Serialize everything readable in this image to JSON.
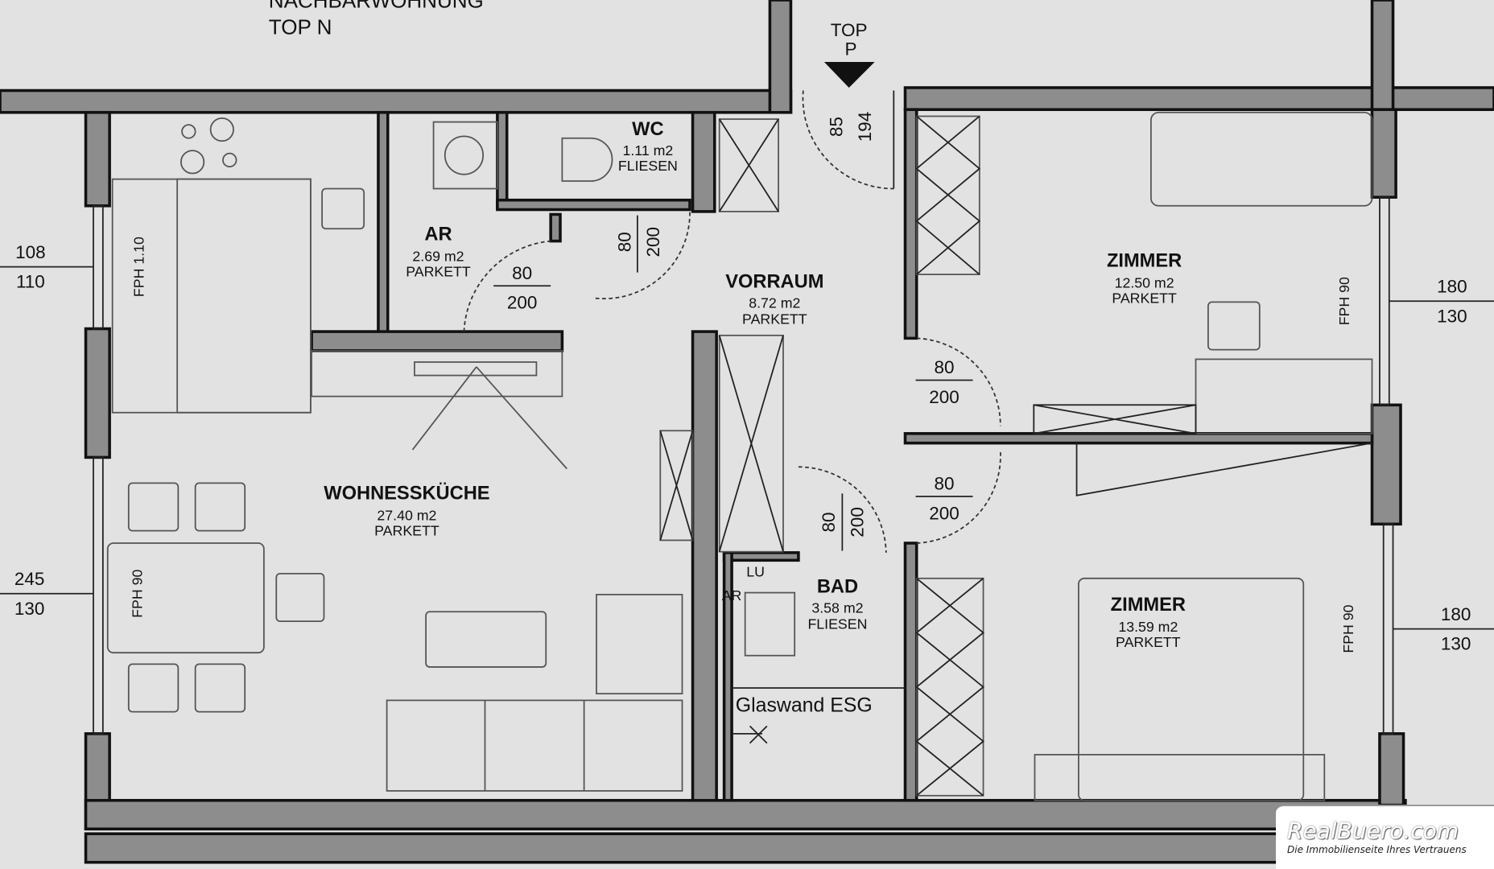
{
  "neighbour": {
    "label": "NACHBARWOHNUNG",
    "top": "TOP N"
  },
  "entrance": {
    "top_label": "TOP",
    "top_letter": "P",
    "door_width": "85",
    "door_height": "194"
  },
  "rooms": [
    {
      "name": "WOHNESSKÜCHE",
      "area": "27.40 m2",
      "floor": "PARKETT"
    },
    {
      "name": "AR",
      "area": "2.69 m2",
      "floor": "PARKETT"
    },
    {
      "name": "WC",
      "area": "1.11 m2",
      "floor": "FLIESEN"
    },
    {
      "name": "VORRAUM",
      "area": "8.72 m2",
      "floor": "PARKETT"
    },
    {
      "name": "ZIMMER",
      "area": "12.50 m2",
      "floor": "PARKETT"
    },
    {
      "name": "ZIMMER",
      "area": "13.59 m2",
      "floor": "PARKETT"
    },
    {
      "name": "BAD",
      "area": "3.58 m2",
      "floor": "FLIESEN"
    }
  ],
  "doors": [
    {
      "width": "80",
      "height": "200"
    },
    {
      "width": "80",
      "height": "200"
    },
    {
      "width": "80",
      "height": "200"
    },
    {
      "width": "80",
      "height": "200"
    },
    {
      "width": "80",
      "height": "200"
    }
  ],
  "windows": [
    {
      "top": "108",
      "bottom": "110",
      "fph": "FPH 1.10"
    },
    {
      "top": "245",
      "bottom": "130",
      "fph": "FPH 90"
    },
    {
      "top": "180",
      "bottom": "130",
      "fph": "FPH 90"
    },
    {
      "top": "180",
      "bottom": "130",
      "fph": "FPH 90"
    }
  ],
  "bath": {
    "lu": "LU",
    "ar": "AR",
    "glass": "Glaswand ESG"
  },
  "watermark": {
    "brand": "RealBuero.com",
    "tagline": "Die Immobilienseite Ihres Vertrauens"
  }
}
